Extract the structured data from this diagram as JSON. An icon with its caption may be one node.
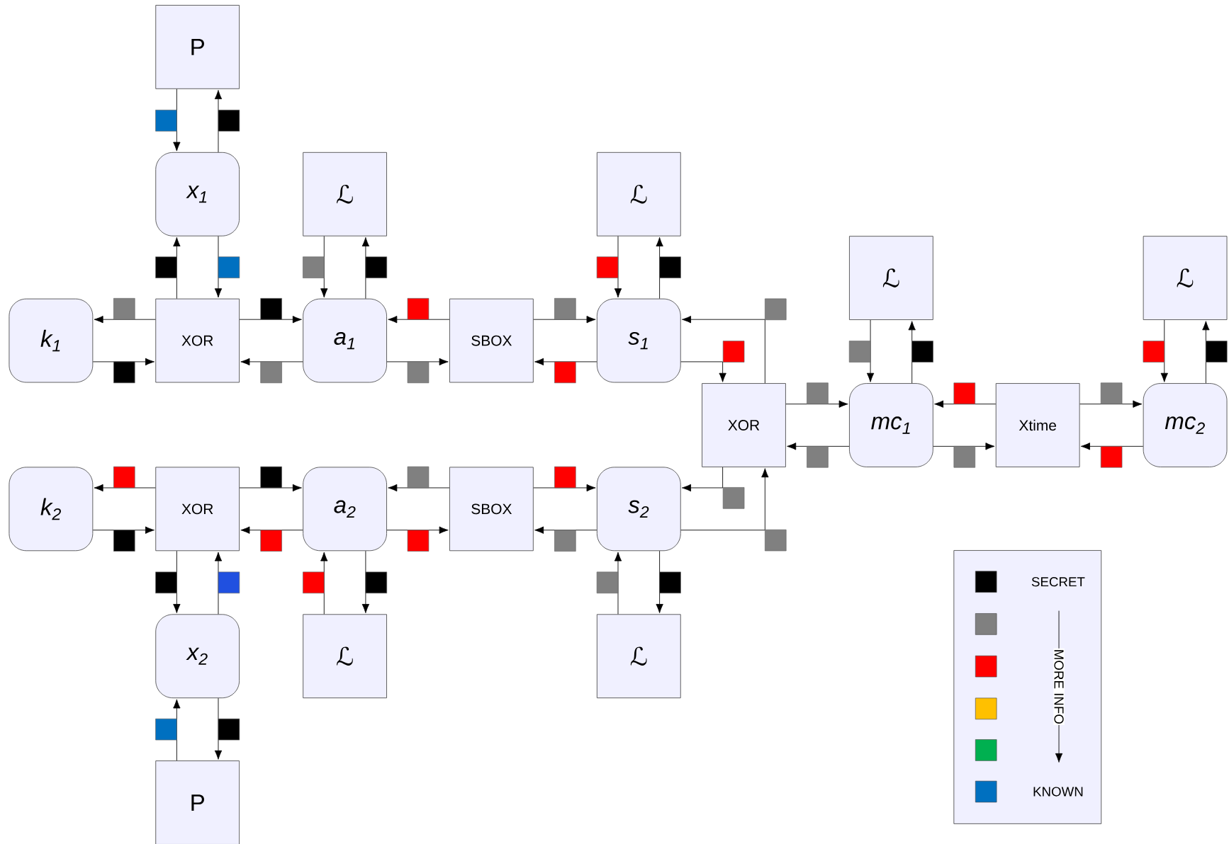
{
  "diagram": {
    "nodes": [
      {
        "text": [
          "P"
        ]
      },
      {
        "text": [
          "x$_{1}$"
        ]
      },
      {
        "text": [
          "k$_{1}$"
        ]
      },
      {
        "text": [
          "XOR"
        ]
      },
      {
        "text": [
          "a$_{1}$"
        ]
      },
      {
        "text": [
          "ℒ"
        ]
      },
      {
        "text": [
          "SBOX"
        ]
      },
      {
        "text": [
          "s$_{1}$"
        ]
      },
      {
        "text": [
          "ℒ"
        ]
      },
      {
        "text": [
          "XOR"
        ]
      },
      {
        "text": [
          "mc$_{1}$"
        ]
      },
      {
        "text": [
          "ℒ"
        ]
      },
      {
        "text": [
          "Xtime"
        ]
      },
      {
        "text": [
          "mc$_{2}$"
        ]
      },
      {
        "text": [
          "ℒ"
        ]
      },
      {
        "text": [
          "k$_{2}$"
        ]
      },
      {
        "text": [
          "XOR"
        ]
      },
      {
        "text": [
          "a$_{2}$"
        ]
      },
      {
        "text": [
          "SBOX"
        ]
      },
      {
        "text": [
          "s$_{2}$"
        ]
      },
      {
        "text": [
          "x$_{2}$"
        ]
      },
      {
        "text": [
          "P"
        ]
      },
      {
        "text": [
          "ℒ"
        ]
      },
      {
        "text": [
          "ℒ"
        ]
      }
    ],
    "edges": [
      {
        "from": 0,
        "to": 1,
        "arrow": "to"
      },
      {
        "from": 1,
        "to": 0,
        "arrow": "to"
      },
      {
        "from": 3,
        "to": 1,
        "arrow": "to"
      },
      {
        "from": 1,
        "to": 3,
        "arrow": "to"
      },
      {
        "from": 3,
        "to": 2,
        "arrow": "to"
      },
      {
        "from": 2,
        "to": 3,
        "arrow": "to"
      },
      {
        "from": 3,
        "to": 4,
        "arrow": "to"
      },
      {
        "from": 4,
        "to": 3,
        "arrow": "to"
      },
      {
        "from": 5,
        "to": 4,
        "arrow": "to"
      },
      {
        "from": 4,
        "to": 5,
        "arrow": "to"
      },
      {
        "from": 6,
        "to": 4,
        "arrow": "to"
      },
      {
        "from": 4,
        "to": 6,
        "arrow": "to"
      },
      {
        "from": 6,
        "to": 7,
        "arrow": "to"
      },
      {
        "from": 7,
        "to": 6,
        "arrow": "to"
      },
      {
        "from": 8,
        "to": 7,
        "arrow": "to"
      },
      {
        "from": 7,
        "to": 8,
        "arrow": "to"
      },
      {
        "from": 9,
        "to": 7,
        "arrow": "to"
      },
      {
        "from": 7,
        "to": 9,
        "arrow": "to"
      },
      {
        "from": 9,
        "to": 10,
        "arrow": "to"
      },
      {
        "from": 10,
        "to": 9,
        "arrow": "to"
      },
      {
        "from": 11,
        "to": 10,
        "arrow": "to"
      },
      {
        "from": 10,
        "to": 11,
        "arrow": "to"
      },
      {
        "from": 12,
        "to": 10,
        "arrow": "to"
      },
      {
        "from": 10,
        "to": 12,
        "arrow": "to"
      },
      {
        "from": 12,
        "to": 13,
        "arrow": "to"
      },
      {
        "from": 13,
        "to": 12,
        "arrow": "to"
      },
      {
        "from": 14,
        "to": 13,
        "arrow": "to"
      },
      {
        "from": 13,
        "to": 14,
        "arrow": "to"
      },
      {
        "from": 9,
        "to": 19,
        "arrow": "to"
      },
      {
        "from": 19,
        "to": 9,
        "arrow": "to"
      },
      {
        "from": 16,
        "to": 15,
        "arrow": "to"
      },
      {
        "from": 15,
        "to": 16,
        "arrow": "to"
      },
      {
        "from": 16,
        "to": 17,
        "arrow": "to"
      },
      {
        "from": 17,
        "to": 16,
        "arrow": "to"
      },
      {
        "from": 18,
        "to": 17,
        "arrow": "to"
      },
      {
        "from": 17,
        "to": 18,
        "arrow": "to"
      },
      {
        "from": 18,
        "to": 19,
        "arrow": "to"
      },
      {
        "from": 19,
        "to": 18,
        "arrow": "to"
      },
      {
        "from": 16,
        "to": 20,
        "arrow": "to"
      },
      {
        "from": 20,
        "to": 16,
        "arrow": "to"
      },
      {
        "from": 22,
        "to": 17,
        "arrow": "to"
      },
      {
        "from": 17,
        "to": 22,
        "arrow": "to"
      },
      {
        "from": 23,
        "to": 19,
        "arrow": "to"
      },
      {
        "from": 19,
        "to": 23,
        "arrow": "to"
      },
      {
        "from": 21,
        "to": 20,
        "arrow": "to"
      },
      {
        "from": 20,
        "to": 21,
        "arrow": "to"
      }
    ],
    "labels": [
      "MORE INFO"
    ],
    "legend": [
      {
        "text": "SECRET",
        "color": "#000000"
      },
      {
        "text": "KNOWN",
        "color": "#0070c0"
      }
    ]
  }
}
